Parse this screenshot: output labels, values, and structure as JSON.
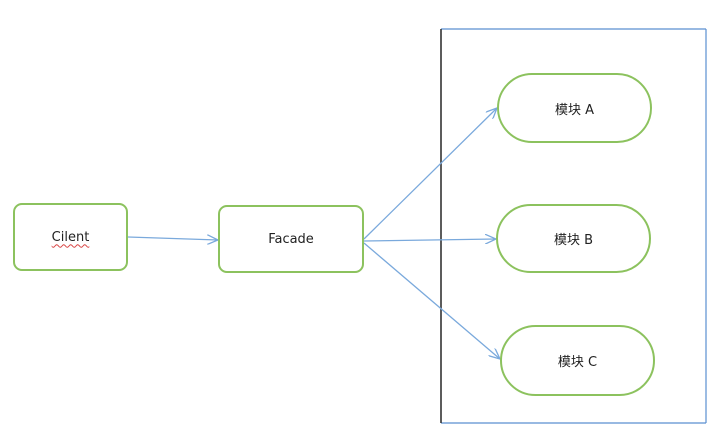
{
  "diagram": {
    "client_label": "Cilent",
    "facade_label": "Facade",
    "module_a_label": "模块 A",
    "module_b_label": "模块 B",
    "module_c_label": "模块 C"
  },
  "colors": {
    "node_border": "#8cc25e",
    "arrow": "#7aa9dc",
    "container_right_top_bottom": "#5b8fd0",
    "container_left": "#333333",
    "spellcheck_underline": "#d94545"
  }
}
